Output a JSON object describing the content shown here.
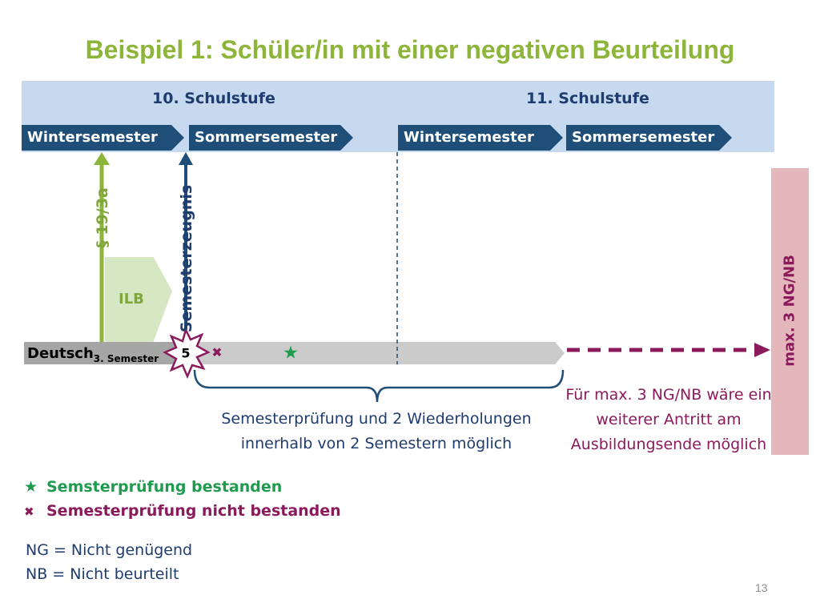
{
  "title": "Beispiel 1: Schüler/in mit einer negativen Beurteilung",
  "levels": [
    "10. Schulstufe",
    "11. Schulstufe"
  ],
  "semesters": [
    "Wintersemester",
    "Sommersemester",
    "Wintersemester",
    "Sommersemester"
  ],
  "paragraph_label": "§ 19/3a",
  "semesterzeugnis_label": "Semesterzeugnis",
  "ilb_label": "ILB",
  "subject": {
    "name": "Deutsch",
    "sub": "3. Semester",
    "grade": "5"
  },
  "icons": {
    "pass": "★",
    "fail": "✖"
  },
  "max_label": "max. 3 NG/NB",
  "brace_caption": "Semesterprüfung und 2 Wiederholungen innerhalb von 2 Semestern möglich",
  "right_caption": "Für max. 3 NG/NB wäre ein weiterer Antritt am Ausbildungsende möglich",
  "legend": {
    "pass": "Semsterprüfung bestanden",
    "fail": "Semesterprüfung nicht bestanden"
  },
  "abbreviations": {
    "ng": "NG = Nicht genügend",
    "nb": "NB = Nicht beurteilt"
  },
  "page_number": "13",
  "colors": {
    "title_green": "#8db53a",
    "navy": "#1f4e79",
    "text_blue": "#1f3c6e",
    "band_blue": "#c7d9ef",
    "plum": "#8b1a5c",
    "pass_green": "#1e9b4e",
    "light_green": "#d7e6c3",
    "pink_box": "#e4b7bc"
  }
}
